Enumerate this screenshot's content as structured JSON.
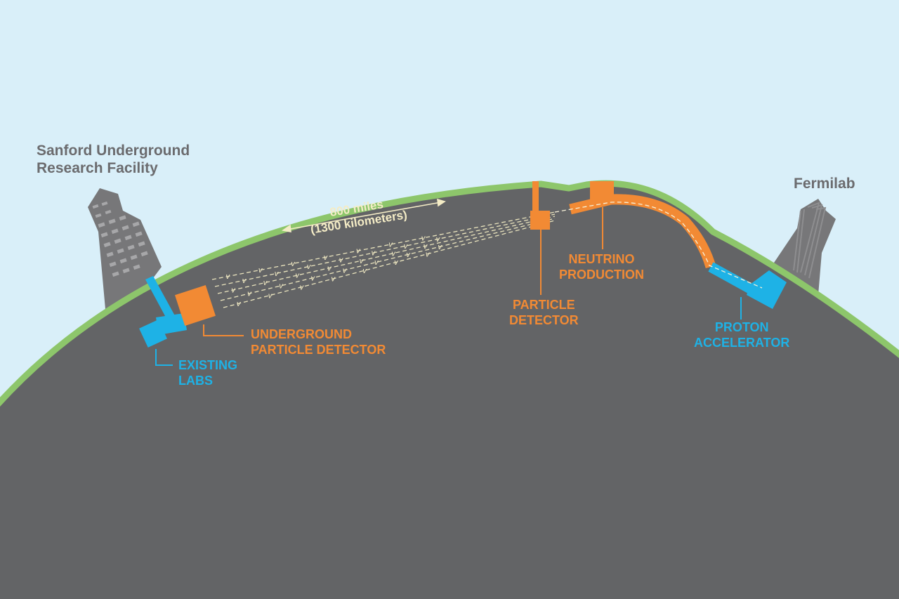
{
  "colors": {
    "sky": "#d9eff9",
    "earth": "#636466",
    "surface": "#8dc66b",
    "orange": "#f28a34",
    "blue": "#1eb2e6",
    "building": "#777779",
    "beam": "#e9e3bd",
    "site_label": "#6b6b6e"
  },
  "labels": {
    "sanford": "Sanford Underground\nResearch Facility",
    "fermilab": "Fermilab",
    "distance": "800 miles\n(1300 kilometers)",
    "existing_labs": "EXISTING\nLABS",
    "underground_detector": "UNDERGROUND\nPARTICLE DETECTOR",
    "particle_detector": "PARTICLE\nDETECTOR",
    "neutrino_production": "NEUTRINO\nPRODUCTION",
    "proton_accelerator": "PROTON\nACCELERATOR"
  },
  "beam": {
    "symbol": "v",
    "line_count": 5,
    "symbols_per_line": 7
  },
  "icons": {
    "sanford_building": "office-building-icon",
    "fermilab_building": "wilson-hall-icon",
    "distance_arrow": "double-arrow-icon"
  }
}
